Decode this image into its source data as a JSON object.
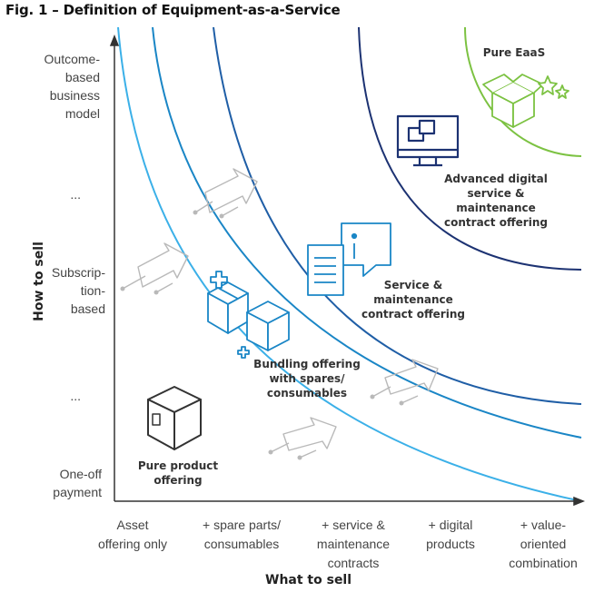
{
  "title": "Fig. 1 – Definition of Equipment-as-a-Service",
  "y_axis": {
    "title": "How to sell",
    "levels": [
      "Outcome-\nbased\nbusiness\nmodel",
      "...",
      "Subscrip-\ntion-\nbased",
      "...",
      "One-off\npayment"
    ]
  },
  "x_axis": {
    "title": "What to sell",
    "levels": [
      "Asset\noffering only",
      "+ spare parts/\nconsumables",
      "+ service &\nmaintenance\ncontracts",
      "+ digital\nproducts",
      "+ value-\noriented\ncombination"
    ]
  },
  "zones": [
    {
      "label": "Pure product\noffering",
      "icon": "box-icon"
    },
    {
      "label": "Bundling offering\nwith spares/\nconsumables",
      "icon": "boxes-plus-icon"
    },
    {
      "label": "Service &\nmaintenance\ncontract offering",
      "icon": "document-info-icon"
    },
    {
      "label": "Advanced digital\nservice &\nmaintenance\ncontract offering",
      "icon": "monitor-icon"
    },
    {
      "label": "Pure EaaS",
      "icon": "box-stars-icon"
    }
  ],
  "colors": {
    "curve1": "#3bb0e8",
    "curve2": "#1a86c6",
    "curve3": "#1f5ea6",
    "curve4": "#1c3272",
    "curve5": "#7cc242",
    "arrow": "#b9b9b9"
  }
}
